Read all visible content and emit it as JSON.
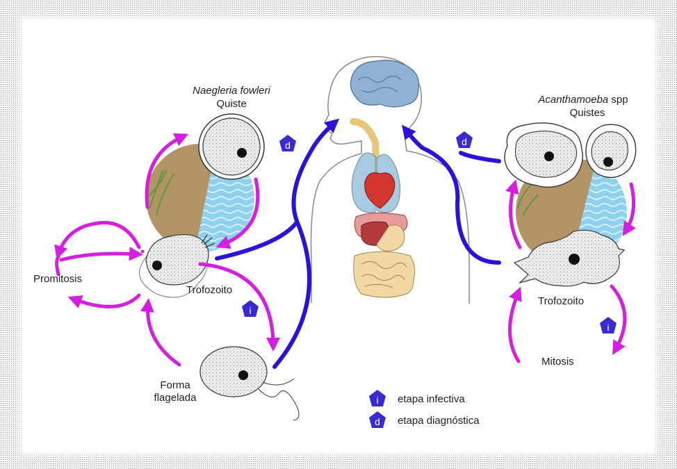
{
  "naegleria": {
    "title": "Naegleria fowleri",
    "cyst_label": "Quiste",
    "trophozoite_label": "Trofozoito",
    "promitosis_label": "Promitosis",
    "flagellate_label_line1": "Forma",
    "flagellate_label_line2": "flagelada"
  },
  "acanthamoeba": {
    "title_italic": "Acanthamoeba",
    "title_suffix": " spp",
    "cyst_label": "Quistes",
    "trophozoite_label": "Trofozoito",
    "mitosis_label": "Mitosis"
  },
  "badges": {
    "infective_letter": "i",
    "diagnostic_letter": "d"
  },
  "legend": {
    "infective_text": "etapa infectiva",
    "diagnostic_text": "etapa diagnóstica"
  },
  "colors": {
    "magenta_arrow": "#d41ee0",
    "blue_arrow": "#2b12d8",
    "badge_fill": "#3a2bd0",
    "water": "#8fd2ef",
    "soil": "#b39466",
    "lungs": "#a9cbe0",
    "brain": "#8fb2d4",
    "heart": "#d2372f",
    "liver": "#b23b3b",
    "intestine": "#f1d9a6"
  }
}
